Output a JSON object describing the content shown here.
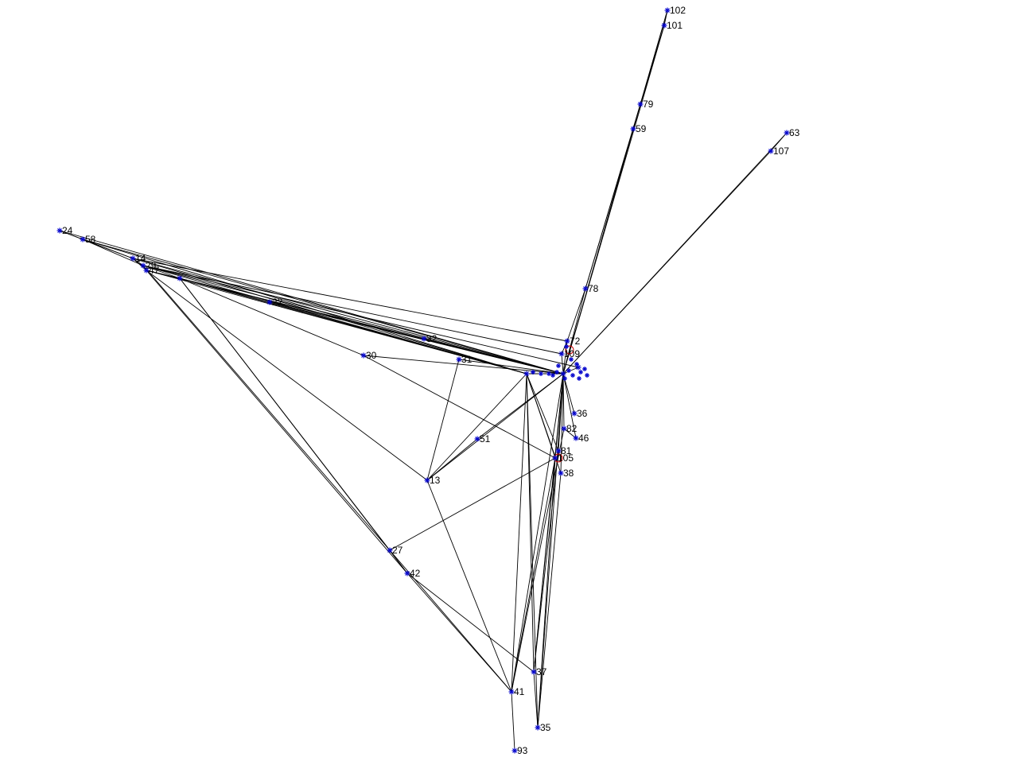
{
  "colors": {
    "edge": "#000000",
    "marker": "#0000cc",
    "highlight": "#cc0000",
    "background": "#ffffff"
  },
  "nodes": [
    {
      "id": "102",
      "label": "102"
    },
    {
      "id": "101",
      "label": "101"
    },
    {
      "id": "79",
      "label": "79"
    },
    {
      "id": "59",
      "label": "59"
    },
    {
      "id": "63",
      "label": "63"
    },
    {
      "id": "107",
      "label": "107"
    },
    {
      "id": "24",
      "label": "24"
    },
    {
      "id": "58",
      "label": "58"
    },
    {
      "id": "14",
      "label": "14"
    },
    {
      "id": "29",
      "label": "29"
    },
    {
      "id": "47",
      "label": "47"
    },
    {
      "id": "a",
      "label": ""
    },
    {
      "id": "22",
      "label": "22"
    },
    {
      "id": "30",
      "label": "30"
    },
    {
      "id": "32",
      "label": "32"
    },
    {
      "id": "31",
      "label": "31"
    },
    {
      "id": "78",
      "label": "78"
    },
    {
      "id": "72",
      "label": "72"
    },
    {
      "id": "109",
      "label": "109"
    },
    {
      "id": "hub",
      "label": ""
    },
    {
      "id": "hub2",
      "label": ""
    },
    {
      "id": "h3",
      "label": ""
    },
    {
      "id": "36",
      "label": "36"
    },
    {
      "id": "82",
      "label": "82"
    },
    {
      "id": "46",
      "label": "46"
    },
    {
      "id": "81",
      "label": "81"
    },
    {
      "id": "105",
      "label": "105"
    },
    {
      "id": "38",
      "label": "38"
    },
    {
      "id": "51",
      "label": "51"
    },
    {
      "id": "13",
      "label": "13"
    },
    {
      "id": "27",
      "label": "27"
    },
    {
      "id": "42",
      "label": "42"
    },
    {
      "id": "37",
      "label": "37"
    },
    {
      "id": "41",
      "label": "41"
    },
    {
      "id": "35",
      "label": "35"
    },
    {
      "id": "93",
      "label": "93"
    }
  ],
  "edges": [
    [
      "102",
      "101"
    ],
    [
      "102",
      "79"
    ],
    [
      "101",
      "79"
    ],
    [
      "101",
      "59"
    ],
    [
      "79",
      "59"
    ],
    [
      "59",
      "78"
    ],
    [
      "79",
      "78"
    ],
    [
      "59",
      "hub"
    ],
    [
      "78",
      "hub"
    ],
    [
      "101",
      "hub"
    ],
    [
      "102",
      "hub"
    ],
    [
      "78",
      "72"
    ],
    [
      "63",
      "107"
    ],
    [
      "107",
      "hub"
    ],
    [
      "63",
      "hub"
    ],
    [
      "24",
      "58"
    ],
    [
      "24",
      "14"
    ],
    [
      "58",
      "14"
    ],
    [
      "58",
      "29"
    ],
    [
      "14",
      "29"
    ],
    [
      "14",
      "47"
    ],
    [
      "29",
      "47"
    ],
    [
      "29",
      "a"
    ],
    [
      "47",
      "a"
    ],
    [
      "24",
      "hub"
    ],
    [
      "58",
      "hub"
    ],
    [
      "14",
      "hub"
    ],
    [
      "29",
      "hub"
    ],
    [
      "47",
      "hub"
    ],
    [
      "a",
      "hub"
    ],
    [
      "14",
      "hub2"
    ],
    [
      "29",
      "hub2"
    ],
    [
      "47",
      "hub2"
    ],
    [
      "a",
      "hub2"
    ],
    [
      "58",
      "hub2"
    ],
    [
      "22",
      "hub"
    ],
    [
      "22",
      "hub2"
    ],
    [
      "29",
      "h3"
    ],
    [
      "14",
      "72"
    ],
    [
      "29",
      "109"
    ],
    [
      "a",
      "32"
    ],
    [
      "a",
      "22"
    ],
    [
      "47",
      "13"
    ],
    [
      "a",
      "27"
    ],
    [
      "a",
      "42"
    ],
    [
      "29",
      "27"
    ],
    [
      "47",
      "42"
    ],
    [
      "30",
      "hub"
    ],
    [
      "30",
      "a"
    ],
    [
      "30",
      "105"
    ],
    [
      "32",
      "hub"
    ],
    [
      "31",
      "hub"
    ],
    [
      "31",
      "13"
    ],
    [
      "51",
      "hub"
    ],
    [
      "51",
      "13"
    ],
    [
      "13",
      "hub2"
    ],
    [
      "13",
      "hub"
    ],
    [
      "13",
      "41"
    ],
    [
      "27",
      "105"
    ],
    [
      "27",
      "42"
    ],
    [
      "42",
      "37"
    ],
    [
      "42",
      "41"
    ],
    [
      "27",
      "41"
    ],
    [
      "37",
      "hub"
    ],
    [
      "37",
      "hub2"
    ],
    [
      "37",
      "35"
    ],
    [
      "37",
      "105"
    ],
    [
      "37",
      "81"
    ],
    [
      "41",
      "hub"
    ],
    [
      "41",
      "hub2"
    ],
    [
      "41",
      "93"
    ],
    [
      "41",
      "105"
    ],
    [
      "41",
      "82"
    ],
    [
      "35",
      "hub"
    ],
    [
      "35",
      "105"
    ],
    [
      "35",
      "38"
    ],
    [
      "35",
      "hub2"
    ],
    [
      "36",
      "hub"
    ],
    [
      "82",
      "hub"
    ],
    [
      "46",
      "hub"
    ],
    [
      "46",
      "82"
    ],
    [
      "81",
      "hub"
    ],
    [
      "105",
      "hub"
    ],
    [
      "38",
      "hub"
    ],
    [
      "38",
      "hub2"
    ],
    [
      "105",
      "hub2"
    ],
    [
      "81",
      "hub2"
    ],
    [
      "72",
      "hub"
    ],
    [
      "109",
      "hub"
    ],
    [
      "h3",
      "hub"
    ],
    [
      "hub2",
      "hub"
    ],
    [
      "72",
      "109"
    ]
  ]
}
